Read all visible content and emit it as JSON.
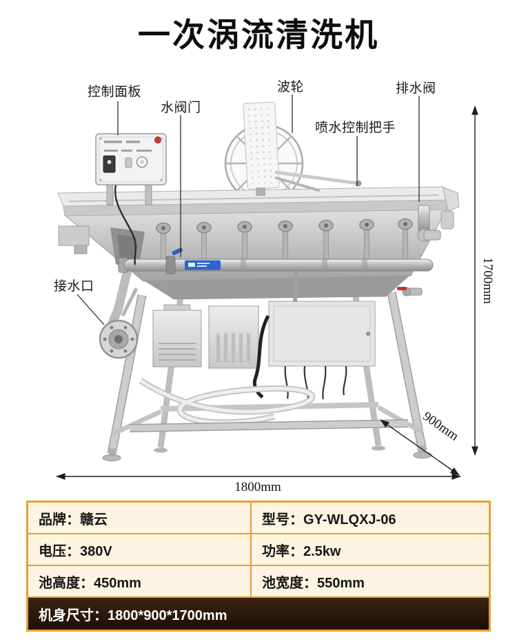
{
  "page": {
    "title": "一次涡流清洗机"
  },
  "callouts": {
    "control_panel": "控制面板",
    "water_valve": "水阀门",
    "pulsator": "波轮",
    "spray_handle": "喷水控制把手",
    "drain_valve": "排水阀",
    "water_inlet": "接水口"
  },
  "dimensions": {
    "height": "1700mm",
    "depth": "900mm",
    "width": "1800mm"
  },
  "spec_table": {
    "rows": [
      {
        "left": "品牌：赣云",
        "right": "型号：GY-WLQXJ-06"
      },
      {
        "left": "电压：380V",
        "right": "功率：2.5kw"
      },
      {
        "left": "池高度：450mm",
        "right": "池宽度：550mm"
      }
    ],
    "footer": "机身尺寸：1800*900*1700mm"
  },
  "colors": {
    "table_border": "#e79f35",
    "table_cell_bg": "#fdf4e2",
    "table_footer_bg": "#2a1810",
    "title_color": "#0d0d0d"
  }
}
